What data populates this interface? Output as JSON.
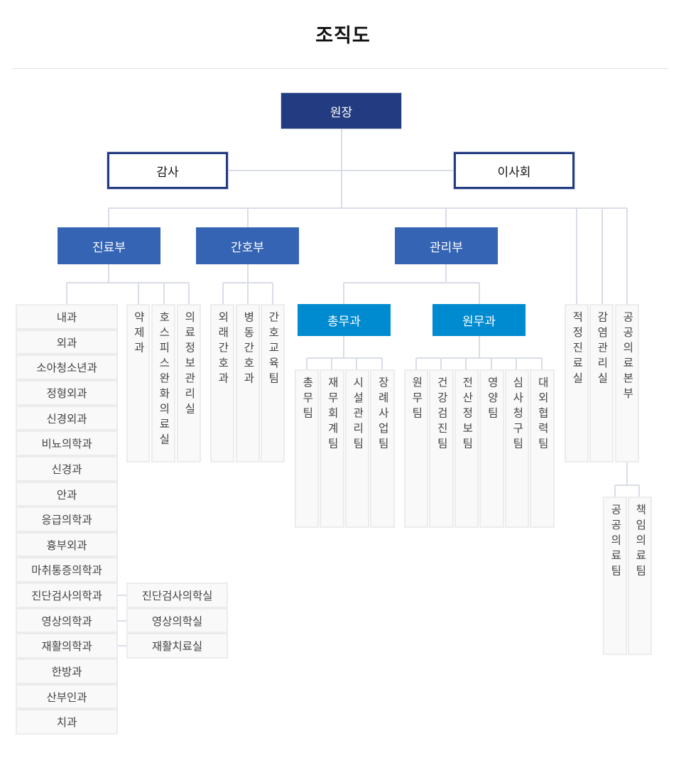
{
  "title": "조직도",
  "director": "원장",
  "auditor": "감사",
  "board": "이사회",
  "departments": {
    "medical": {
      "label": "진료부",
      "clinics": [
        "내과",
        "외과",
        "소아청소년과",
        "정형외과",
        "신경외과",
        "비뇨의학과",
        "신경과",
        "안과",
        "응급의학과",
        "흉부외과",
        "마취통증의학과",
        "진단검사의학과",
        "영상의학과",
        "재활의학과",
        "한방과",
        "산부인과",
        "치과"
      ],
      "clinic_sub_units": [
        "진단검사의학실",
        "영상의학실",
        "재활치료실"
      ],
      "units": [
        "약제과",
        "호스피스완화의료실",
        "의료정보관리실"
      ]
    },
    "nursing": {
      "label": "간호부",
      "units": [
        "외래간호과",
        "병동간호과",
        "간호교육팀"
      ]
    },
    "administration": {
      "label": "관리부",
      "general_affairs": {
        "label": "총무과",
        "teams": [
          "총무팀",
          "재무회계팀",
          "시설관리팀",
          "장례사업팀"
        ]
      },
      "patient_affairs": {
        "label": "원무과",
        "teams": [
          "원무팀",
          "건강검진팀",
          "전산정보팀",
          "영양팀",
          "심사청구팀",
          "대외협력팀"
        ]
      }
    },
    "independent": [
      "적정진료실",
      "감염관리실",
      "공공의료본부"
    ],
    "public_health_teams": [
      "공공의료팀",
      "책임의료팀"
    ]
  },
  "colors": {
    "director": "#233b80",
    "department": "#3564b4",
    "section": "#008bd0",
    "line": "#d9dde8"
  }
}
